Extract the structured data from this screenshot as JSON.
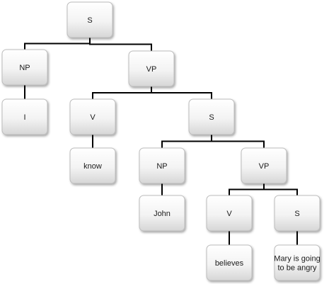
{
  "tree": {
    "nodes": [
      {
        "id": "n1",
        "label": "S"
      },
      {
        "id": "n2",
        "label": "NP"
      },
      {
        "id": "n3",
        "label": "VP"
      },
      {
        "id": "n4",
        "label": "I"
      },
      {
        "id": "n5",
        "label": "V"
      },
      {
        "id": "n6",
        "label": "S"
      },
      {
        "id": "n7",
        "label": "know"
      },
      {
        "id": "n8",
        "label": "NP"
      },
      {
        "id": "n9",
        "label": "VP"
      },
      {
        "id": "n10",
        "label": "John"
      },
      {
        "id": "n11",
        "label": "V"
      },
      {
        "id": "n12",
        "label": "S"
      },
      {
        "id": "n13",
        "label": "believes"
      },
      {
        "id": "n14",
        "label": "Mary is going to be angry",
        "lines": [
          "Mary is going",
          "to be angry"
        ]
      }
    ],
    "edges": [
      [
        "n1",
        "n2"
      ],
      [
        "n1",
        "n3"
      ],
      [
        "n2",
        "n4"
      ],
      [
        "n3",
        "n5"
      ],
      [
        "n3",
        "n6"
      ],
      [
        "n5",
        "n7"
      ],
      [
        "n6",
        "n8"
      ],
      [
        "n6",
        "n9"
      ],
      [
        "n8",
        "n10"
      ],
      [
        "n9",
        "n11"
      ],
      [
        "n9",
        "n12"
      ],
      [
        "n11",
        "n13"
      ],
      [
        "n12",
        "n14"
      ]
    ]
  }
}
